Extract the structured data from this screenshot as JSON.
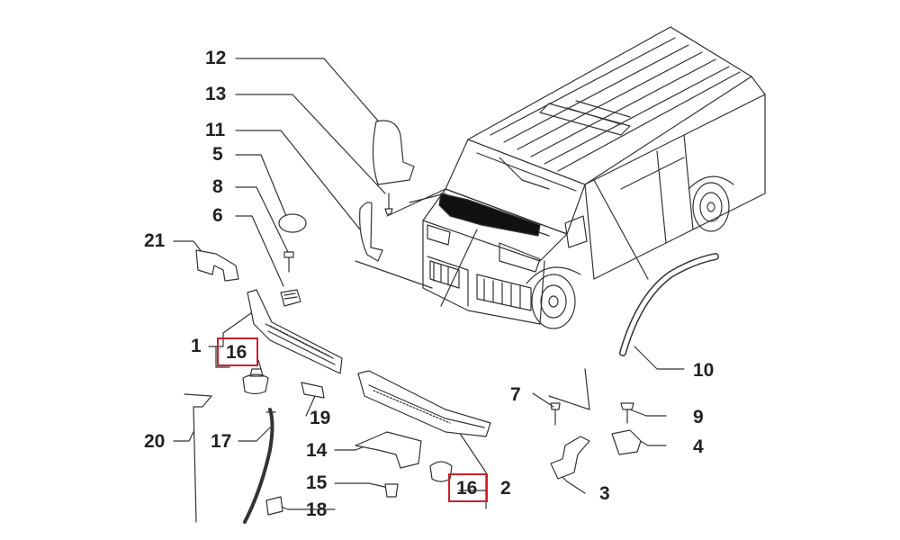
{
  "callouts": {
    "c1": "1",
    "c2": "2",
    "c3": "3",
    "c4": "4",
    "c5": "5",
    "c6": "6",
    "c7": "7",
    "c8": "8",
    "c9": "9",
    "c10": "10",
    "c11": "11",
    "c12": "12",
    "c13": "13",
    "c14": "14",
    "c15": "15",
    "c16a": "16",
    "c16b": "16",
    "c17": "17",
    "c18": "18",
    "c19": "19",
    "c20": "20",
    "c21": "21"
  },
  "colors": {
    "highlight": "#cc1f2d",
    "line": "#333333",
    "ink": "#222222"
  }
}
